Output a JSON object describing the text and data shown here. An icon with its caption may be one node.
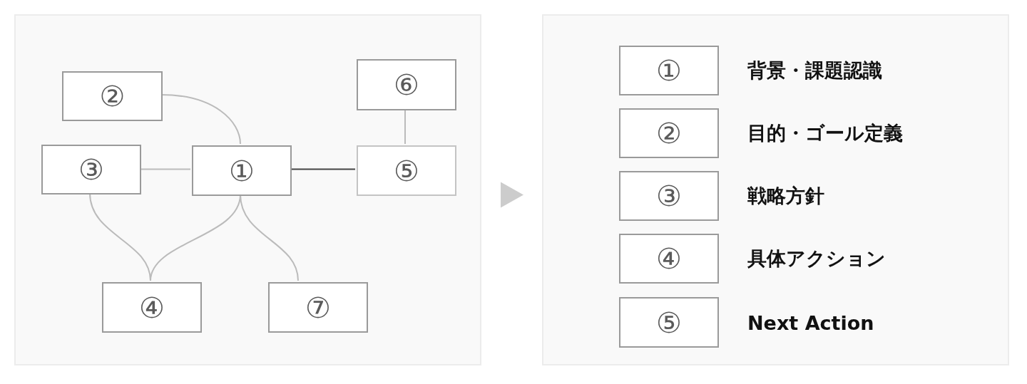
{
  "diagram": {
    "nodes": [
      {
        "text": [],
        "shape": "box"
      },
      {
        "text": [
          "②"
        ],
        "in": 0
      },
      {
        "text": [
          "⑥"
        ],
        "in": 0
      },
      {
        "text": [
          "③"
        ],
        "in": 0
      },
      {
        "text": [
          "①"
        ],
        "in": 0
      },
      {
        "text": [
          "⑤"
        ],
        "in": 0
      },
      {
        "text": [
          "④"
        ],
        "in": 0
      },
      {
        "text": [
          "⑦"
        ],
        "in": 0
      },
      {
        "text": [],
        "shape": "box"
      },
      {
        "text": [
          "①"
        ],
        "in": 8,
        "beside": [
          "背景・課題認識"
        ]
      },
      {
        "text": [
          "②"
        ],
        "in": 8,
        "beside": [
          "目的・ゴール定義"
        ]
      },
      {
        "text": [
          "③"
        ],
        "in": 8,
        "beside": [
          "戦略方針"
        ]
      },
      {
        "text": [
          "④"
        ],
        "in": 8,
        "beside": [
          "具体アクション"
        ]
      },
      {
        "text": [
          "⑤"
        ],
        "in": 8,
        "beside": [
          "Next Action"
        ]
      }
    ],
    "edges": [
      {
        "from": 1,
        "to": 4,
        "arrow": "none"
      },
      {
        "from": 2,
        "to": 5,
        "arrow": "none"
      },
      {
        "from": 3,
        "to": 4,
        "arrow": "none"
      },
      {
        "from": 4,
        "to": 5,
        "arrow": "none",
        "color": "#444444"
      },
      {
        "from": 3,
        "to": 6,
        "arrow": "none"
      },
      {
        "from": 4,
        "to": 6,
        "arrow": "none"
      },
      {
        "from": 4,
        "to": 7,
        "arrow": "none"
      },
      {
        "from": 0,
        "to": 8,
        "arrow": "to"
      }
    ]
  }
}
